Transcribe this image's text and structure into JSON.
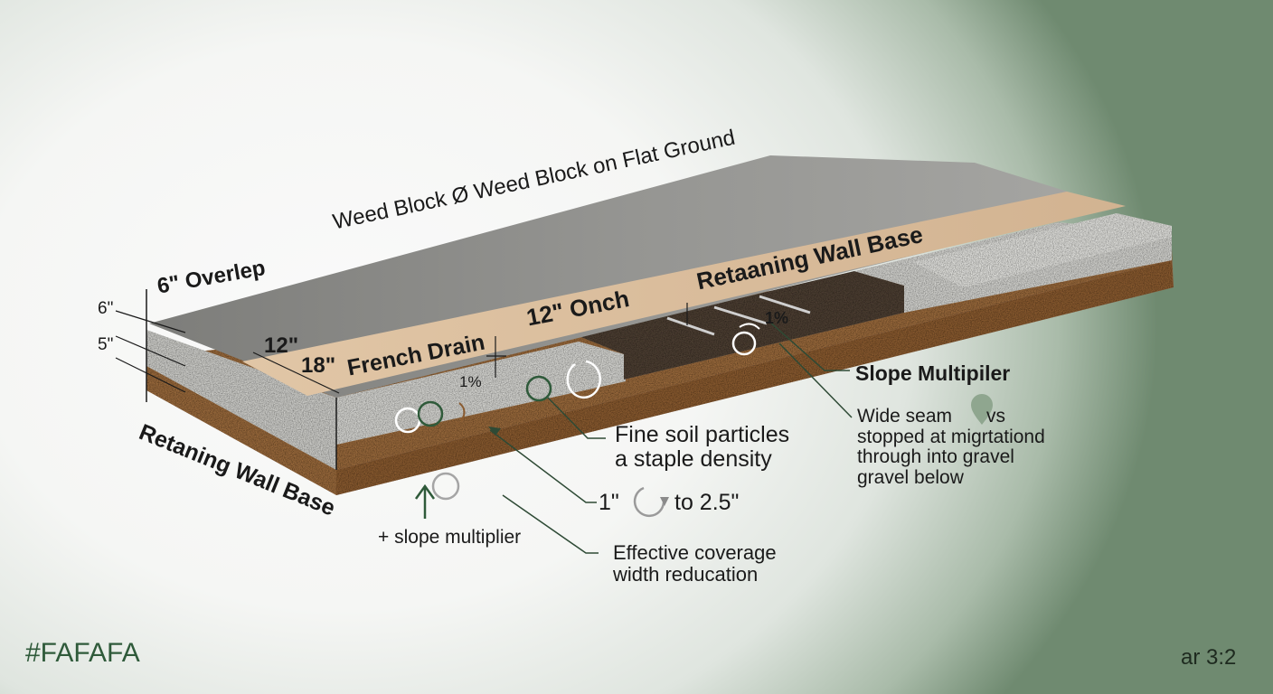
{
  "labels": {
    "top_title": "Weed Block Ø Weed Block on Flat Ground",
    "overlap": "6\" Overlep",
    "dim_6": "6\"",
    "dim_5": "5\"",
    "dim_12": "12\"",
    "dim_18": "18\"",
    "french_drain": "French Drain",
    "onch": "12\" Onch",
    "retaining_top": "Retaaning Wall Base",
    "retaining_side": "Retaning Wall Base",
    "pct_left": "1%",
    "pct_right": "1%",
    "slope_multiplier_title": "Slope Multipiler",
    "wide_seam_1": "Wide seam",
    "wide_seam_1b": "vs",
    "wide_seam_2": "stopped at migrtationd",
    "wide_seam_3": "through into gravel",
    "wide_seam_4": "gravel below",
    "fine_soil_1": "Fine soil particles",
    "fine_soil_2": "a staple density",
    "range_from": "1\"",
    "range_to": "to 2.5\"",
    "slope_plus": "+ slope multiplier",
    "effective_1": "Effective coverage",
    "effective_2": "width reducation"
  },
  "footer": {
    "hex": "#FAFAFA",
    "aspect": "ar 3:2"
  },
  "colors": {
    "fabric": "#8f8f8c",
    "tan": "#d9bc9c",
    "gravel": "#d3d3cf",
    "soil": "#9a6a3c",
    "dark_gravel": "#4d3f33",
    "annotation_line": "#2e4a35",
    "circle_green": "#2f5a3a"
  }
}
